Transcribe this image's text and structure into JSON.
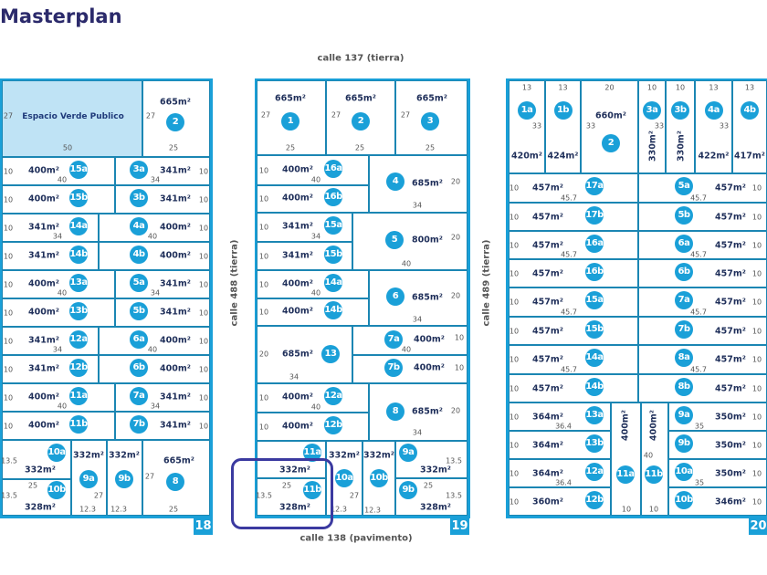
{
  "title": "Masterplan",
  "streets": {
    "north": "calle 137 (tierra)",
    "west": "calle 488 (tierra)",
    "east": "calle 489 (tierra)",
    "south": "calle 138 (pavimento)"
  },
  "colors": {
    "accent": "#1aa0d8",
    "green_space": "#bfe3f5",
    "title": "#2b2a6b",
    "highlight": "#3b3aa0"
  },
  "blocks": {
    "b18": {
      "number": "18",
      "lots": [
        {
          "name": "Espacio Verde Publico",
          "dims": [
            "27",
            "50"
          ]
        },
        {
          "id": "2",
          "area": "665m²",
          "dims": [
            "27",
            "25"
          ]
        },
        {
          "id": "15a",
          "area": "400m²",
          "dims": [
            "10",
            "40"
          ]
        },
        {
          "id": "3a",
          "area": "341m²",
          "dims": [
            "10",
            "34"
          ]
        },
        {
          "id": "15b",
          "area": "400m²",
          "dims": [
            "10"
          ]
        },
        {
          "id": "3b",
          "area": "341m²",
          "dims": [
            "10"
          ]
        },
        {
          "id": "14a",
          "area": "341m²",
          "dims": [
            "10",
            "34"
          ]
        },
        {
          "id": "4a",
          "area": "400m²",
          "dims": [
            "10",
            "40"
          ]
        },
        {
          "id": "14b",
          "area": "341m²",
          "dims": [
            "10"
          ]
        },
        {
          "id": "4b",
          "area": "400m²",
          "dims": [
            "10"
          ]
        },
        {
          "id": "13a",
          "area": "400m²",
          "dims": [
            "10",
            "40"
          ]
        },
        {
          "id": "5a",
          "area": "341m²",
          "dims": [
            "10",
            "34"
          ]
        },
        {
          "id": "13b",
          "area": "400m²",
          "dims": [
            "10"
          ]
        },
        {
          "id": "5b",
          "area": "341m²",
          "dims": [
            "10"
          ]
        },
        {
          "id": "12a",
          "area": "341m²",
          "dims": [
            "10",
            "34"
          ]
        },
        {
          "id": "6a",
          "area": "400m²",
          "dims": [
            "10",
            "40"
          ]
        },
        {
          "id": "12b",
          "area": "341m²",
          "dims": [
            "10"
          ]
        },
        {
          "id": "6b",
          "area": "400m²",
          "dims": [
            "10"
          ]
        },
        {
          "id": "11a",
          "area": "400m²",
          "dims": [
            "10",
            "40"
          ]
        },
        {
          "id": "7a",
          "area": "341m²",
          "dims": [
            "10",
            "34"
          ]
        },
        {
          "id": "11b",
          "area": "400m²",
          "dims": [
            "10"
          ]
        },
        {
          "id": "7b",
          "area": "341m²",
          "dims": [
            "10"
          ]
        },
        {
          "id": "10a",
          "area": "332m²",
          "dims": [
            "13.5"
          ]
        },
        {
          "id": "10b",
          "area": "328m²",
          "dims": [
            "25",
            "13.5"
          ]
        },
        {
          "id": "9a",
          "area": "332m²",
          "dims": [
            "27",
            "12.3"
          ]
        },
        {
          "id": "9b",
          "area": "332m²",
          "dims": [
            "12.3"
          ]
        },
        {
          "id": "8",
          "area": "665m²",
          "dims": [
            "27",
            "25"
          ]
        }
      ]
    },
    "b19": {
      "number": "19",
      "lots": [
        {
          "id": "1",
          "area": "665m²",
          "dims": [
            "27",
            "25"
          ]
        },
        {
          "id": "2",
          "area": "665m²",
          "dims": [
            "27",
            "25"
          ]
        },
        {
          "id": "3",
          "area": "665m²",
          "dims": [
            "27",
            "25"
          ]
        },
        {
          "id": "16a",
          "area": "400m²",
          "dims": [
            "10",
            "40"
          ]
        },
        {
          "id": "16b",
          "area": "400m²",
          "dims": [
            "10"
          ]
        },
        {
          "id": "4",
          "area": "685m²",
          "dims": [
            "20",
            "34"
          ]
        },
        {
          "id": "15a",
          "area": "341m²",
          "dims": [
            "10",
            "34"
          ]
        },
        {
          "id": "15b",
          "area": "341m²",
          "dims": [
            "10"
          ]
        },
        {
          "id": "5",
          "area": "800m²",
          "dims": [
            "20",
            "40"
          ]
        },
        {
          "id": "14a",
          "area": "400m²",
          "dims": [
            "10",
            "40"
          ]
        },
        {
          "id": "14b",
          "area": "400m²",
          "dims": [
            "10"
          ]
        },
        {
          "id": "6",
          "area": "685m²",
          "dims": [
            "20",
            "34"
          ]
        },
        {
          "id": "13",
          "area": "685m²",
          "dims": [
            "20",
            "34"
          ]
        },
        {
          "id": "7a",
          "area": "400m²",
          "dims": [
            "10",
            "40"
          ]
        },
        {
          "id": "7b",
          "area": "400m²",
          "dims": [
            "10"
          ]
        },
        {
          "id": "12a",
          "area": "400m²",
          "dims": [
            "10",
            "40"
          ]
        },
        {
          "id": "12b",
          "area": "400m²",
          "dims": [
            "10"
          ]
        },
        {
          "id": "8",
          "area": "685m²",
          "dims": [
            "20",
            "34"
          ]
        },
        {
          "id": "11a",
          "area": "332m²",
          "dims": []
        },
        {
          "id": "11b",
          "area": "328m²",
          "dims": [
            "25",
            "13.5"
          ]
        },
        {
          "id": "10a",
          "area": "332m²",
          "dims": [
            "27",
            "12.3"
          ]
        },
        {
          "id": "10b",
          "area": "332m²",
          "dims": [
            "12.3"
          ]
        },
        {
          "id": "9a",
          "area": "332m²",
          "dims": [
            "13.5"
          ]
        },
        {
          "id": "9b",
          "area": "328m²",
          "dims": [
            "25",
            "13.5"
          ]
        }
      ]
    },
    "b20": {
      "number": "20",
      "lots": [
        {
          "id": "1a",
          "area": "420m²",
          "dims": [
            "13",
            "33"
          ]
        },
        {
          "id": "1b",
          "area": "424m²",
          "dims": [
            "13"
          ]
        },
        {
          "id": "2",
          "area": "660m²",
          "dims": [
            "20",
            "33"
          ]
        },
        {
          "id": "3a",
          "area": "330m²",
          "dims": [
            "10",
            "33"
          ]
        },
        {
          "id": "3b",
          "area": "330m²",
          "dims": [
            "10"
          ]
        },
        {
          "id": "4a",
          "area": "422m²",
          "dims": [
            "13",
            "33"
          ]
        },
        {
          "id": "4b",
          "area": "417m²",
          "dims": [
            "13"
          ]
        },
        {
          "id": "17a",
          "area": "457m²",
          "dims": [
            "10",
            "45.7"
          ]
        },
        {
          "id": "5a",
          "area": "457m²",
          "dims": [
            "10",
            "45.7"
          ]
        },
        {
          "id": "17b",
          "area": "457m²",
          "dims": [
            "10"
          ]
        },
        {
          "id": "5b",
          "area": "457m²",
          "dims": [
            "10"
          ]
        },
        {
          "id": "16a",
          "area": "457m²",
          "dims": [
            "10",
            "45.7"
          ]
        },
        {
          "id": "6a",
          "area": "457m²",
          "dims": [
            "10",
            "45.7"
          ]
        },
        {
          "id": "16b",
          "area": "457m²",
          "dims": [
            "10"
          ]
        },
        {
          "id": "6b",
          "area": "457m²",
          "dims": [
            "10"
          ]
        },
        {
          "id": "15a",
          "area": "457m²",
          "dims": [
            "10",
            "45.7"
          ]
        },
        {
          "id": "7a",
          "area": "457m²",
          "dims": [
            "10",
            "45.7"
          ]
        },
        {
          "id": "15b",
          "area": "457m²",
          "dims": [
            "10"
          ]
        },
        {
          "id": "7b",
          "area": "457m²",
          "dims": [
            "10"
          ]
        },
        {
          "id": "14a",
          "area": "457m²",
          "dims": [
            "10",
            "45.7"
          ]
        },
        {
          "id": "8a",
          "area": "457m²",
          "dims": [
            "10",
            "45.7"
          ]
        },
        {
          "id": "14b",
          "area": "457m²",
          "dims": [
            "10"
          ]
        },
        {
          "id": "8b",
          "area": "457m²",
          "dims": [
            "10"
          ]
        },
        {
          "id": "13a",
          "area": "364m²",
          "dims": [
            "10",
            "36.4"
          ]
        },
        {
          "id": "9a",
          "area": "350m²",
          "dims": [
            "10",
            "35"
          ]
        },
        {
          "id": "13b",
          "area": "364m²",
          "dims": [
            "10"
          ]
        },
        {
          "id": "9b",
          "area": "350m²",
          "dims": [
            "10"
          ]
        },
        {
          "id": "12a",
          "area": "364m²",
          "dims": [
            "10",
            "36.4"
          ]
        },
        {
          "id": "10a",
          "area": "350m²",
          "dims": [
            "10",
            "35"
          ]
        },
        {
          "id": "12b",
          "area": "360m²",
          "dims": [
            "10"
          ]
        },
        {
          "id": "10b",
          "area": "346m²",
          "dims": [
            "10"
          ]
        },
        {
          "id": "11a",
          "area": "400m²",
          "dims": [
            "10"
          ]
        },
        {
          "id": "11b",
          "area": "400m²",
          "dims": [
            "40",
            "10"
          ]
        }
      ]
    }
  }
}
